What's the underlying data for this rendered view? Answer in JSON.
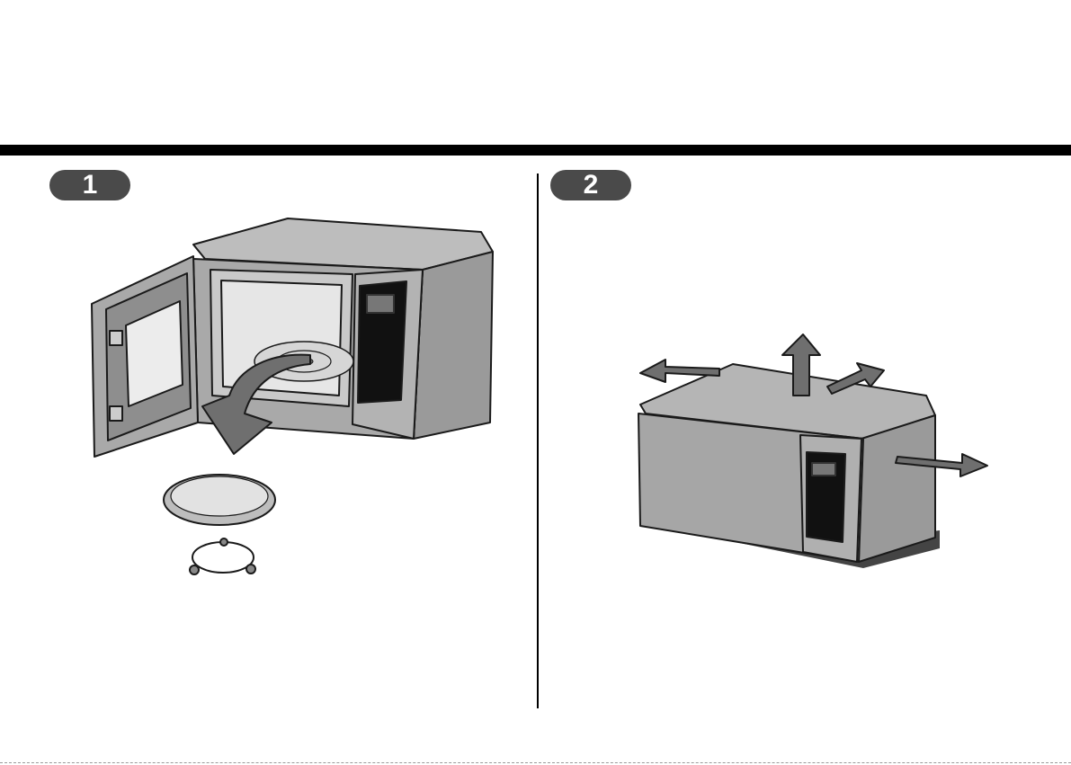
{
  "steps": [
    {
      "number": "1"
    },
    {
      "number": "2"
    }
  ],
  "colors": {
    "rule": "#000000",
    "badge": "#4a4a4a",
    "appliance_body": "#a9a9a9",
    "arrow": "#6f6f6f",
    "outline": "#1a1a1a"
  },
  "icons": {
    "step1": "open-microwave-with-turntable",
    "step2": "microwave-clearance-arrows"
  }
}
